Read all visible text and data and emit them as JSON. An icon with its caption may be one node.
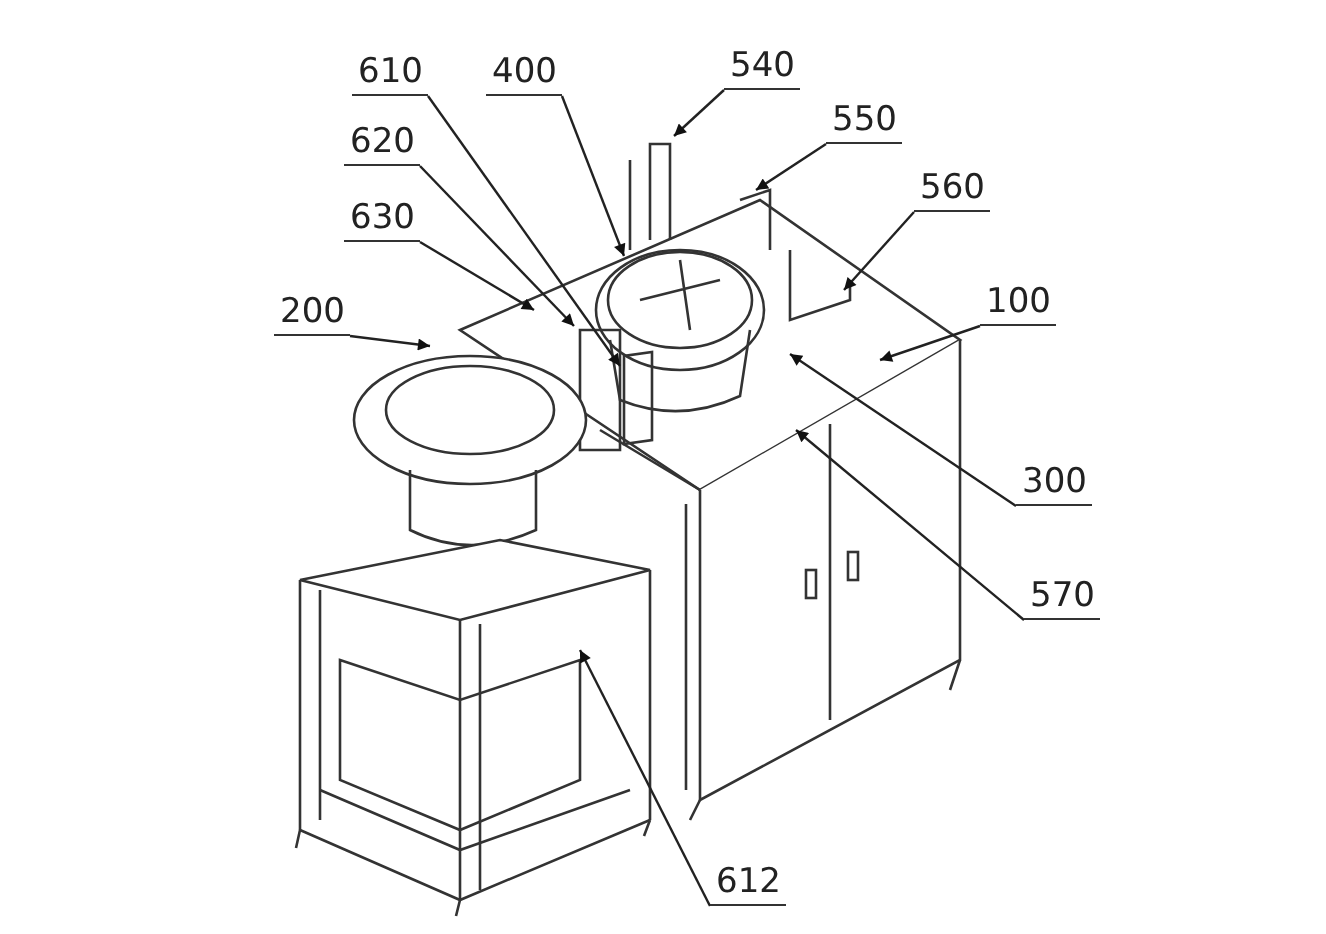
{
  "diagram": {
    "nodes": [
      {
        "text": [
          "400"
        ]
      },
      {
        "text": [
          "540"
        ]
      },
      {
        "text": [
          "610"
        ]
      },
      {
        "text": [
          "550"
        ]
      },
      {
        "text": [
          "620"
        ]
      },
      {
        "text": [
          "560"
        ]
      },
      {
        "text": [
          "630"
        ]
      },
      {
        "text": [
          "200"
        ]
      },
      {
        "text": [
          "100"
        ]
      },
      {
        "text": [
          "300"
        ]
      },
      {
        "text": [
          "570"
        ]
      },
      {
        "text": [
          "612"
        ]
      }
    ],
    "edges": [
      {
        "from": 0,
        "to": null,
        "arrow": "to"
      },
      {
        "from": 1,
        "to": null,
        "arrow": "to"
      },
      {
        "from": 2,
        "to": null,
        "arrow": "to"
      },
      {
        "from": 3,
        "to": null,
        "arrow": "to"
      },
      {
        "from": 4,
        "to": null,
        "arrow": "to"
      },
      {
        "from": 5,
        "to": null,
        "arrow": "to"
      },
      {
        "from": 6,
        "to": null,
        "arrow": "to"
      },
      {
        "from": 7,
        "to": null,
        "arrow": "to"
      },
      {
        "from": 8,
        "to": null,
        "arrow": "to"
      },
      {
        "from": 9,
        "to": null,
        "arrow": "to"
      },
      {
        "from": 10,
        "to": null,
        "arrow": "to"
      },
      {
        "from": 11,
        "to": null,
        "arrow": "to"
      }
    ]
  }
}
